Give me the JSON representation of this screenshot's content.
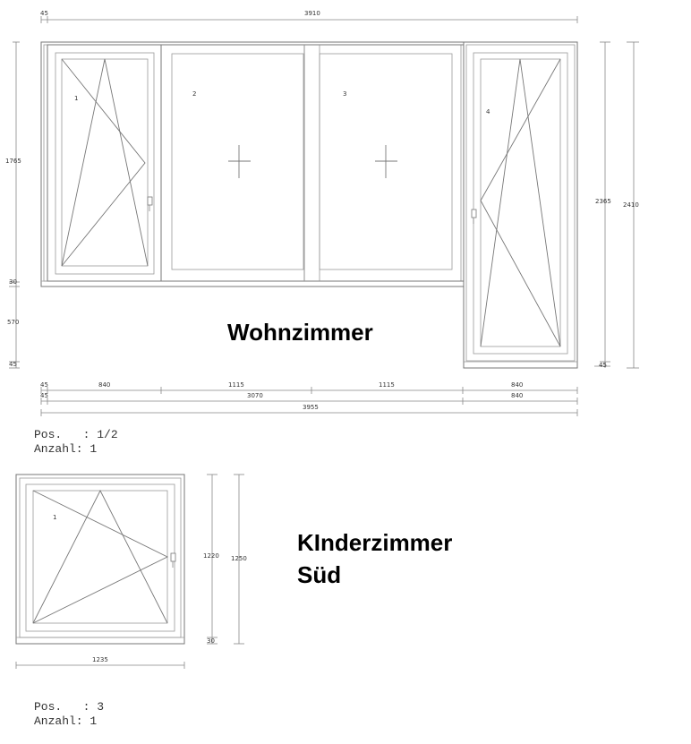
{
  "dimensions": {
    "top": [
      "45",
      "3910"
    ],
    "left": [
      "1765",
      "30",
      "570",
      "45"
    ],
    "right": [
      "2365",
      "2410",
      "45"
    ],
    "bottom_row1": [
      "45",
      "840",
      "1115",
      "1115",
      "840"
    ],
    "bottom_row2": [
      "45",
      "3070",
      "840"
    ],
    "bottom_total": "3955"
  },
  "sashes": [
    "1",
    "2",
    "3",
    "4"
  ],
  "room_labels": {
    "wohnzimmer": "Wohnzimmer",
    "kinderzimmer_line1": "KInderzimmer",
    "kinderzimmer_line2": "Süd"
  },
  "position_1": {
    "pos_line": "Pos.   : 1/2",
    "anzahl_line": "Anzahl: 1"
  },
  "window2": {
    "sash": "1",
    "height_inner": "1220",
    "height_outer": "1250",
    "bottom_offset": "30",
    "width": "1235"
  },
  "position_2": {
    "pos_line": "Pos.   : 3",
    "anzahl_line": "Anzahl: 1"
  }
}
